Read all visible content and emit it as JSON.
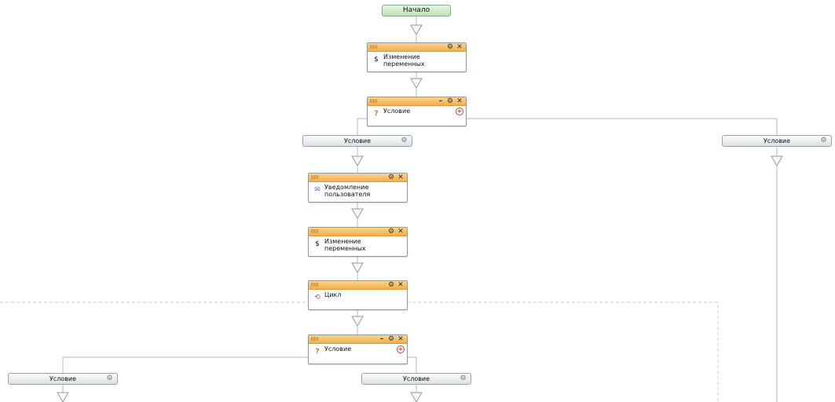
{
  "start": {
    "label": "Начало"
  },
  "activities": [
    {
      "id": "act-set-vars-1",
      "label": "Изменение переменных",
      "icon": "set-variables-icon",
      "icon_glyph": "$",
      "has_minimize": false,
      "has_add": false
    },
    {
      "id": "act-condition-1",
      "label": "Условие",
      "icon": "condition-icon",
      "icon_glyph": "?",
      "has_minimize": true,
      "has_add": true
    },
    {
      "id": "act-notify",
      "label": "Уведомление пользователя",
      "icon": "notify-user-icon",
      "icon_glyph": "✉",
      "has_minimize": false,
      "has_add": false
    },
    {
      "id": "act-set-vars-2",
      "label": "Изменение переменных",
      "icon": "set-variables-icon",
      "icon_glyph": "$",
      "has_minimize": false,
      "has_add": false
    },
    {
      "id": "act-loop",
      "label": "Цикл",
      "icon": "loop-icon",
      "icon_glyph": "⟲",
      "has_minimize": false,
      "has_add": false
    },
    {
      "id": "act-condition-2",
      "label": "Условие",
      "icon": "condition-icon",
      "icon_glyph": "?",
      "has_minimize": true,
      "has_add": true
    }
  ],
  "branches": [
    {
      "id": "branch-1",
      "label": "Условие"
    },
    {
      "id": "branch-2",
      "label": "Условие"
    },
    {
      "id": "branch-3",
      "label": "Условие"
    },
    {
      "id": "branch-4",
      "label": "Условие"
    }
  ],
  "glyphs": {
    "gear": "⚙",
    "close": "✕",
    "minimize": "–",
    "plus": "+"
  },
  "colors": {
    "header": "#f3ae4a",
    "start": "#bfe0b6",
    "wire": "#a9b8c8"
  }
}
